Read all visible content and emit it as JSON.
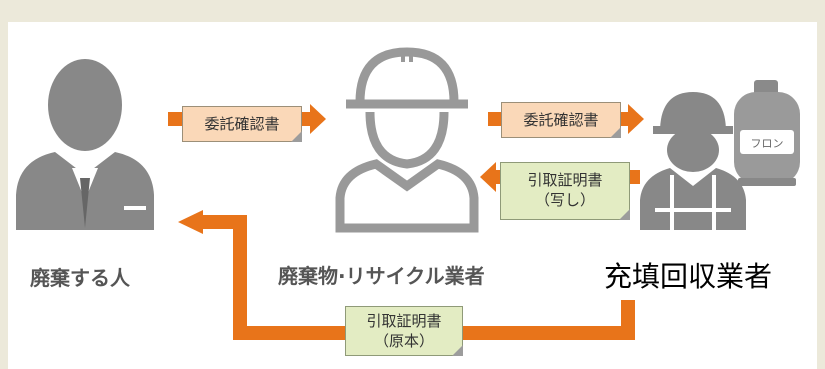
{
  "roles": {
    "discharger": "廃棄する人",
    "recycler": "廃棄物·リサイクル業者",
    "collector": "充填回収業者"
  },
  "documents": {
    "consignment_1": "委託確認書",
    "consignment_2": "委託確認書",
    "receipt_copy_line1": "引取証明書",
    "receipt_copy_line2": "（写し）",
    "receipt_original_line1": "引取証明書",
    "receipt_original_line2": "（原本）"
  },
  "tank_label": "フロン",
  "colors": {
    "arrow": "#e8741a",
    "figure": "#888888",
    "note_orange": "#fad8b8",
    "note_green": "#e3ecc3"
  }
}
